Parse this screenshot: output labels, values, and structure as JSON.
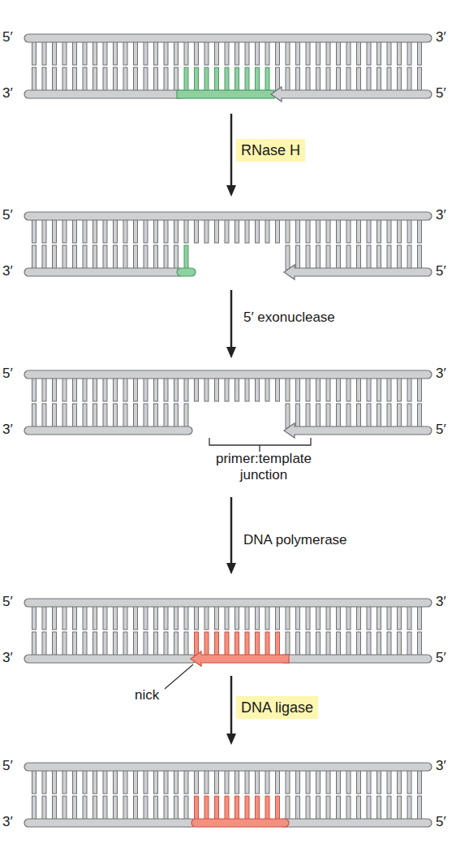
{
  "diagram": {
    "nodes": [
      {
        "text": [
          "RNase H"
        ]
      },
      {
        "text": [
          "DNA ligase"
        ]
      }
    ],
    "labels": [
      "5′",
      "3′",
      "3′",
      "5′",
      "5′",
      "3′",
      "3′",
      "5′",
      "5′ exonuclease",
      "5′",
      "3′",
      "3′",
      "5′",
      "primer:template junction",
      "DNA polymerase",
      "5′",
      "3′",
      "3′",
      "5′",
      "nick",
      "5′",
      "3′",
      "3′",
      "5′"
    ]
  }
}
